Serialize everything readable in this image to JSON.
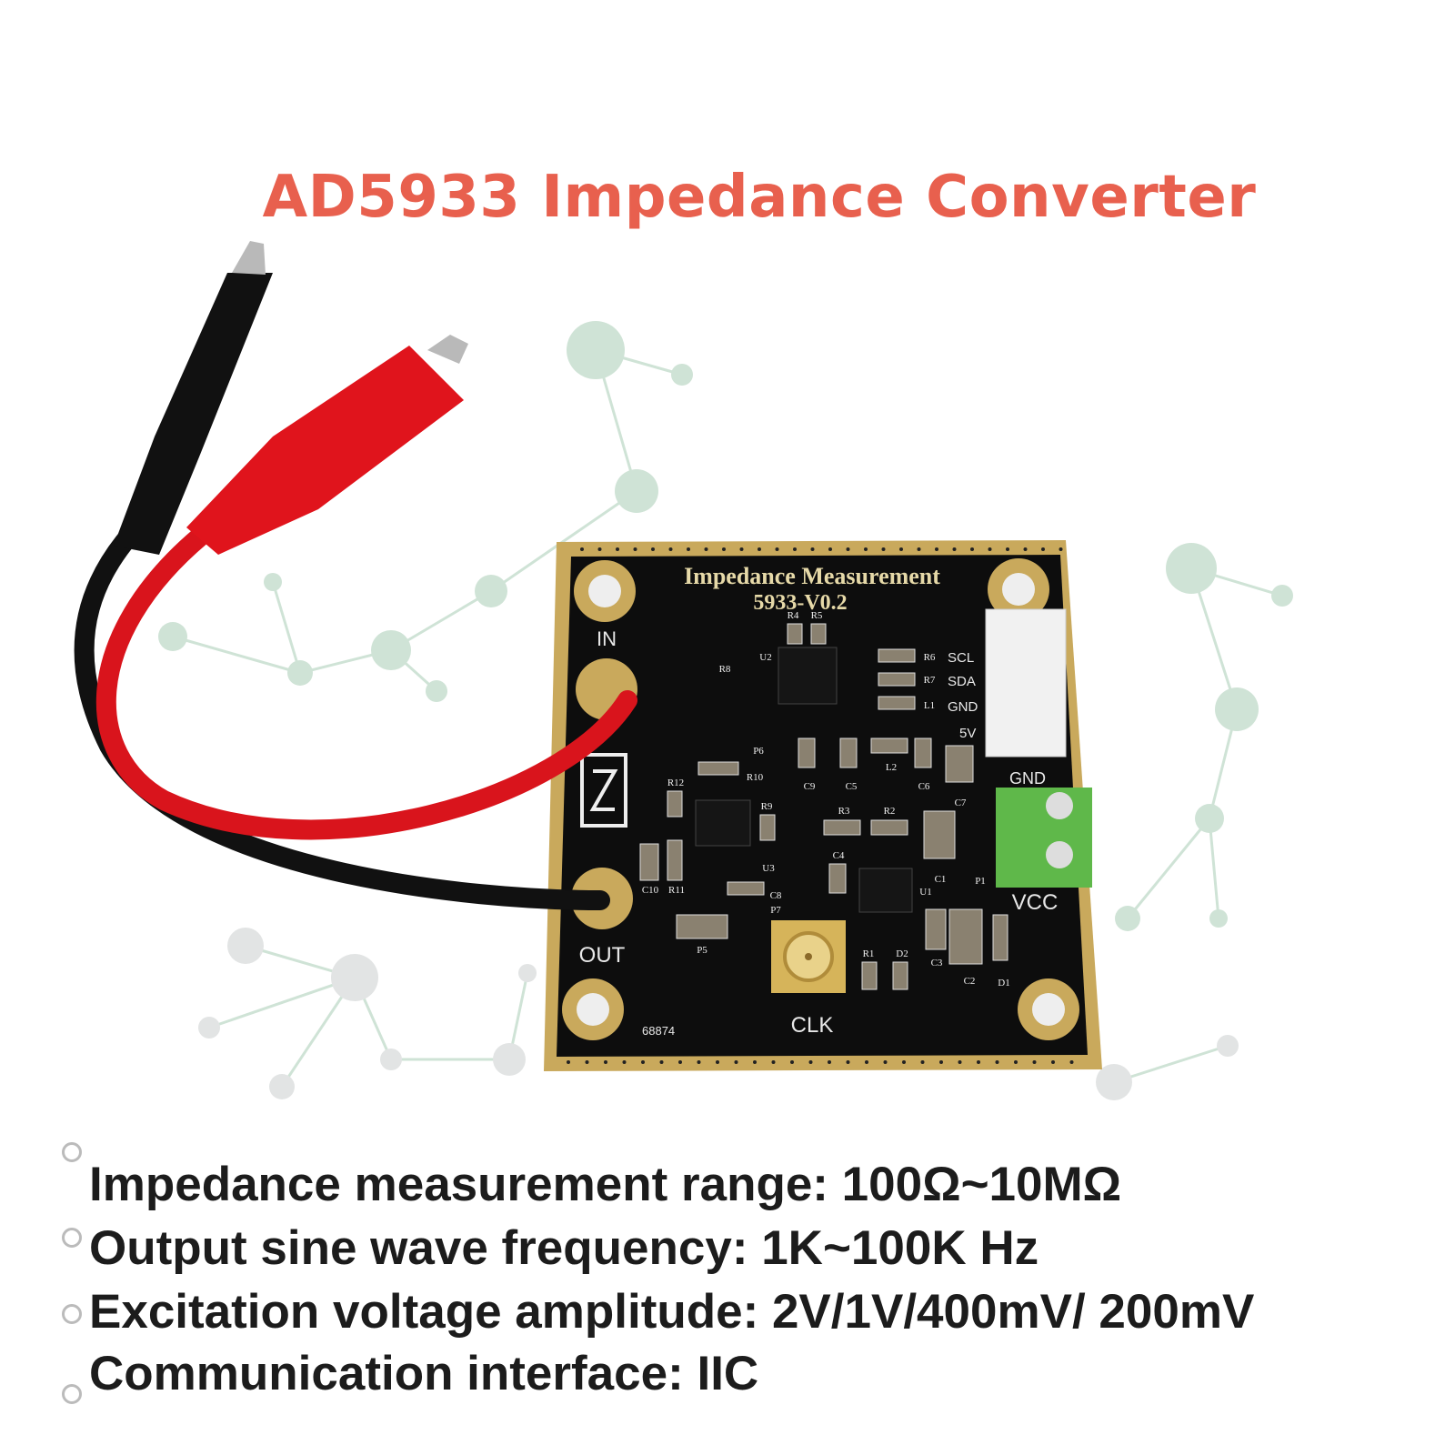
{
  "title": "AD5933 Impedance Converter",
  "board": {
    "title_line1": "Impedance  Measurement",
    "title_line2": "5933-V0.2",
    "labels": {
      "in": "IN",
      "out": "OUT",
      "clk": "CLK",
      "vcc": "VCC",
      "gnd": "GND",
      "scl": "SCL",
      "sda": "SDA",
      "v5": "5V",
      "serial": "68874",
      "components": [
        "R4",
        "R5",
        "U2",
        "R8",
        "R6",
        "R7",
        "L1",
        "P6",
        "C9",
        "C5",
        "L2",
        "C6",
        "C7",
        "R10",
        "R12",
        "R9",
        "R3",
        "R2",
        "C10",
        "R11",
        "U3",
        "C4",
        "C1",
        "U1",
        "P1",
        "C8",
        "P7",
        "P5",
        "R1",
        "D2",
        "C3",
        "C2",
        "D1"
      ]
    },
    "colors": {
      "pcb": "#0d0d0d",
      "gold": "#c9a95c",
      "silkscreen": "#e8e8e8",
      "terminal": "#5fb84a"
    }
  },
  "specs": [
    "Impedance measurement range: 100Ω~10MΩ",
    "Output sine wave frequency: 1K~100K Hz",
    "Excitation voltage amplitude: 2V/1V/400mV/ 200mV",
    "Communication interface: IIC"
  ],
  "colors": {
    "title": "#e8604e",
    "text": "#1c1c1c",
    "network": "#cfe3d6"
  }
}
